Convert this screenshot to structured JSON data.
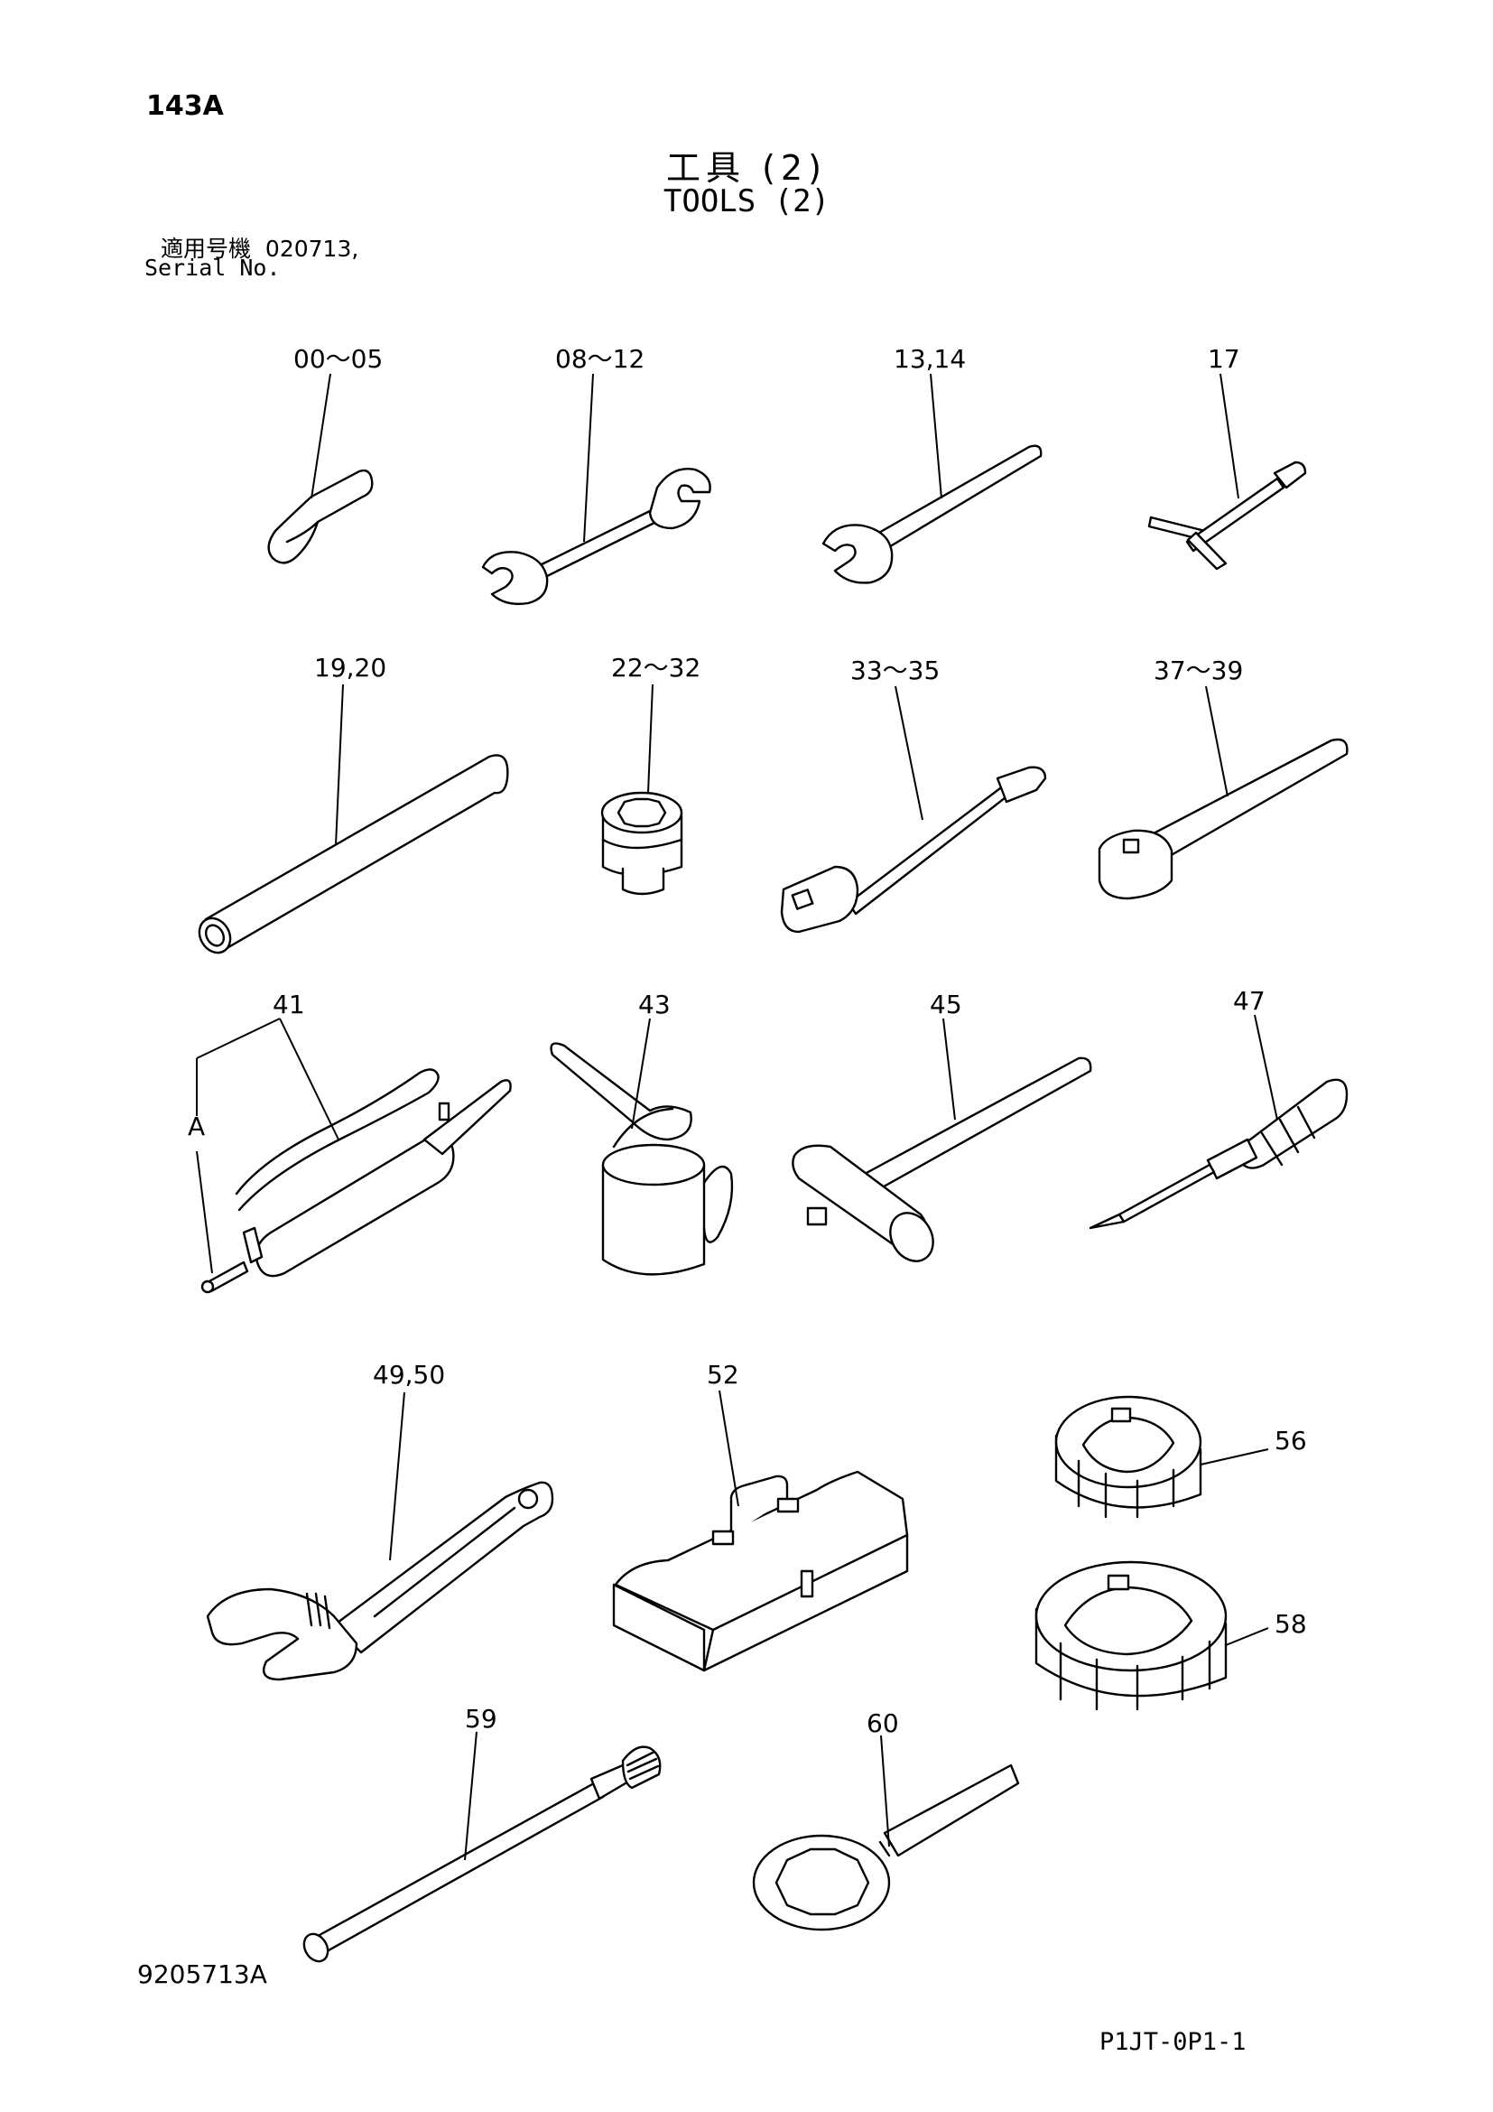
{
  "header": {
    "page_number": "143A",
    "title_jp": "工具 (2)",
    "title_en": "TOOLS (2)",
    "serial_label_jp": "適用号機",
    "serial_value": "020713,",
    "serial_label_en": "Serial No."
  },
  "callouts": {
    "c00_05": "00～05",
    "c08_12": "08～12",
    "c13_14": "13,14",
    "c17": "17",
    "c19_20": "19,20",
    "c22_32": "22～32",
    "c33_35": "33～35",
    "c37_39": "37～39",
    "c41": "41",
    "cA": "A",
    "c43": "43",
    "c45": "45",
    "c47": "47",
    "c49_50": "49,50",
    "c52": "52",
    "c56": "56",
    "c58": "58",
    "c59": "59",
    "c60": "60"
  },
  "footer": {
    "drawing_number": "9205713A",
    "page_code": "P1JT-0P1-1"
  }
}
